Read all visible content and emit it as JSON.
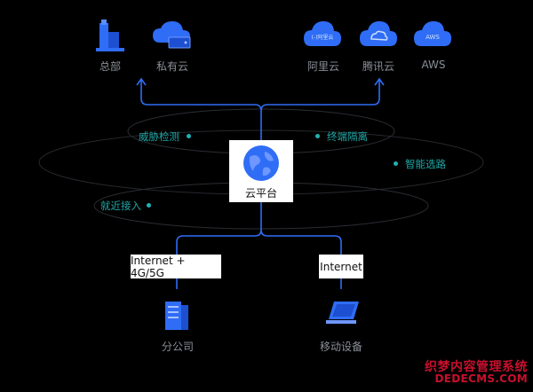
{
  "top_nodes": {
    "hq": "总部",
    "private_cloud": "私有云",
    "aliyun": "阿里云",
    "tencent": "腾讯云",
    "aws": "AWS",
    "aliyun_badge": "(-)阿里云",
    "aws_badge": "AWS"
  },
  "features": {
    "threat": "威胁检测",
    "terminal": "终端隔离",
    "routing": "智能选路",
    "access": "就近接入"
  },
  "platform": {
    "label": "云平台"
  },
  "connections": {
    "left": "Internet + 4G/5G",
    "right": "Internet"
  },
  "bottom_nodes": {
    "branch": "分公司",
    "mobile": "移动设备"
  },
  "watermark": {
    "line1": "织梦内容管理系统",
    "line2": "DEDECMS.COM"
  },
  "colors": {
    "background": "#000000",
    "accent_blue": "#2f6df6",
    "teal": "#1fa8a8",
    "label_gray": "#8a8f98"
  }
}
